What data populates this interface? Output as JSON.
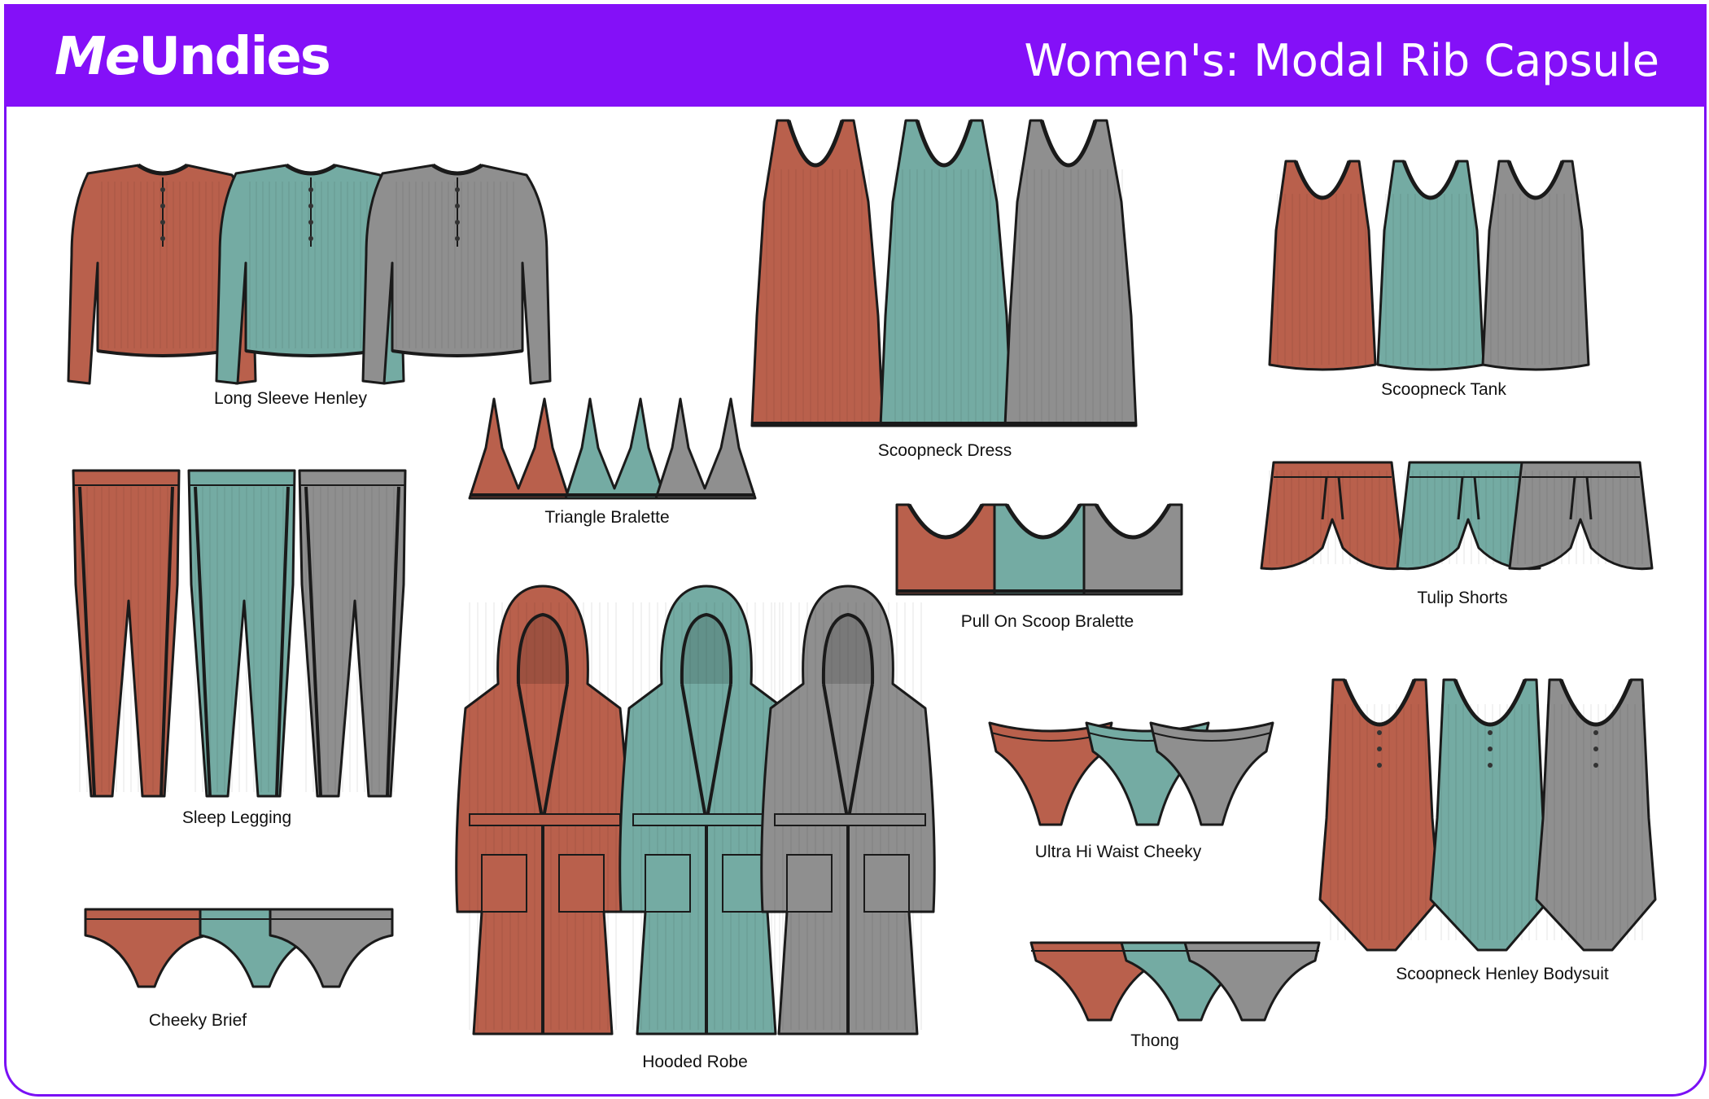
{
  "header": {
    "brand_me": "Me",
    "brand_undies": "Undies",
    "title": "Women's: Modal Rib Capsule"
  },
  "colors": {
    "accent": "#8410F8",
    "rust": "#B9604C",
    "sage": "#74ABA3",
    "heather_grey": "#8F8F8F",
    "trim": "#1A1A1A"
  },
  "colorways": [
    "rust",
    "sage",
    "heather-grey"
  ],
  "products": [
    {
      "id": "long-sleeve-henley",
      "name": "Long Sleeve Henley"
    },
    {
      "id": "triangle-bralette",
      "name": "Triangle Bralette"
    },
    {
      "id": "scoopneck-dress",
      "name": "Scoopneck Dress"
    },
    {
      "id": "scoopneck-tank",
      "name": "Scoopneck Tank"
    },
    {
      "id": "sleep-legging",
      "name": "Sleep Legging"
    },
    {
      "id": "pull-on-scoop-bralette",
      "name": "Pull On Scoop Bralette"
    },
    {
      "id": "tulip-shorts",
      "name": "Tulip Shorts"
    },
    {
      "id": "hooded-robe",
      "name": "Hooded Robe"
    },
    {
      "id": "ultra-hi-waist-cheeky",
      "name": "Ultra Hi Waist Cheeky"
    },
    {
      "id": "scoopneck-henley-bodysuit",
      "name": "Scoopneck Henley Bodysuit"
    },
    {
      "id": "cheeky-brief",
      "name": "Cheeky Brief"
    },
    {
      "id": "thong",
      "name": "Thong"
    }
  ]
}
